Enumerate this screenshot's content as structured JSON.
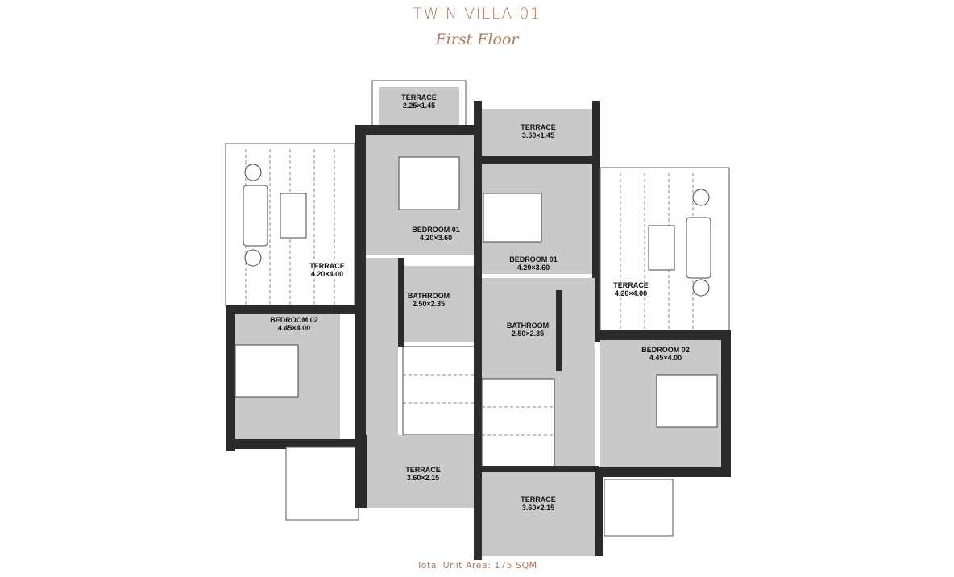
{
  "header": {
    "title": "TWIN VILLA 01",
    "subtitle": "First Floor"
  },
  "footer": {
    "total_area": "Total Unit Area: 175 SQM"
  },
  "rooms": [
    {
      "name": "TERRACE",
      "dims": "2.25×1.45"
    },
    {
      "name": "TERRACE",
      "dims": "4.20×4.00"
    },
    {
      "name": "BEDROOM 01",
      "dims": "4.20×3.60"
    },
    {
      "name": "BATHROOM",
      "dims": "2.50×2.35"
    },
    {
      "name": "BEDROOM 02",
      "dims": "4.45×4.00"
    },
    {
      "name": "TERRACE",
      "dims": "3.60×2.15"
    },
    {
      "name": "TERRACE",
      "dims": "3.50×1.45"
    },
    {
      "name": "BEDROOM 01",
      "dims": "4.20×3.60"
    },
    {
      "name": "BATHROOM",
      "dims": "2.50×2.35"
    },
    {
      "name": "TERRACE",
      "dims": "4.20×4.00"
    },
    {
      "name": "BEDROOM 02",
      "dims": "4.45×4.00"
    },
    {
      "name": "TERRACE",
      "dims": "3.60×2.15"
    }
  ],
  "colors": {
    "accent": "#b07a5e",
    "wall": "#2b2b2b",
    "floor": "#c9c9c9"
  }
}
